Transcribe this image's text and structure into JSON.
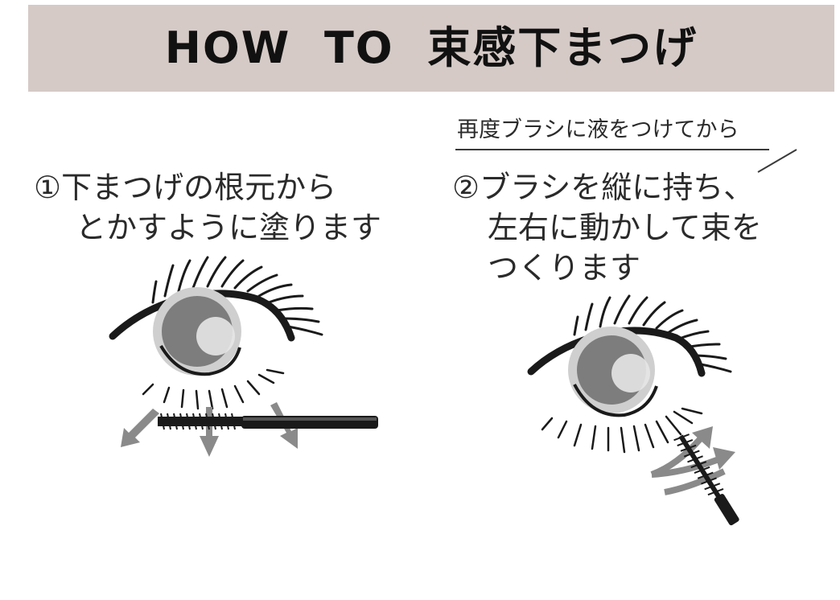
{
  "banner": {
    "title": "HOW  TO  束感下まつげ",
    "background": "#d5cac6"
  },
  "step1": {
    "line1": "①下まつげの根元から",
    "line2": "とかすように塗ります"
  },
  "step2": {
    "note": "再度ブラシに液をつけてから",
    "line1": "②ブラシを縦に持ち、",
    "line2": "左右に動かして束を",
    "line3": "つくります"
  },
  "colors": {
    "arrow": "#8a8a8a",
    "ink": "#1a1a1a",
    "iris": "#9a9a9a"
  },
  "icons": {
    "eye1": "eye-with-mascara-wand-horizontal-icon",
    "eye2": "eye-with-mascara-wand-vertical-icon"
  }
}
